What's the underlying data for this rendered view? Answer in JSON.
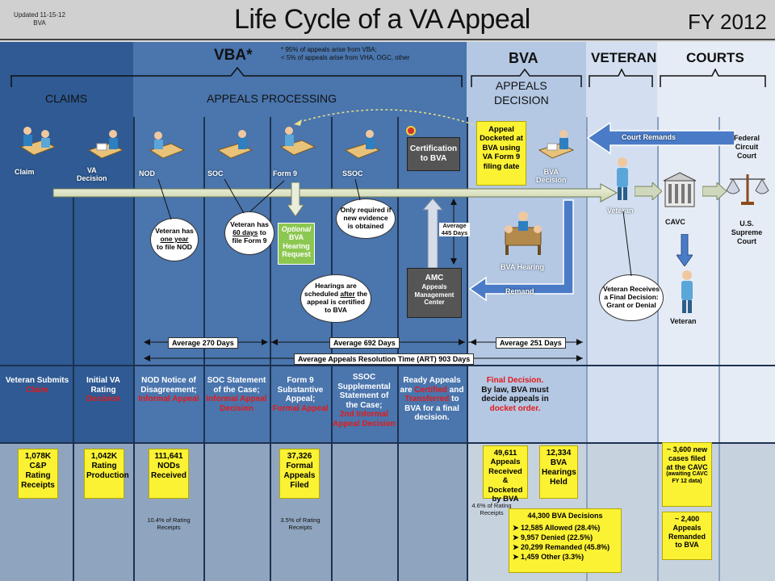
{
  "header": {
    "updated_line1": "Updated 11-15-12",
    "updated_line2": "BVA",
    "title": "Life Cycle of a VA Appeal",
    "fy": "FY 2012"
  },
  "sections": {
    "vba": "VBA*",
    "vba_note1": "* 95% of appeals arise from VBA;",
    "vba_note2": "< 5% of appeals arise from VHA, OGC, other",
    "bva": "BVA",
    "veteran": "VETERAN",
    "courts": "COURTS",
    "claims": "CLAIMS",
    "appeals_processing": "APPEALS PROCESSING",
    "appeals_decision_1": "APPEALS",
    "appeals_decision_2": "DECISION"
  },
  "icons": {
    "claim": "Claim",
    "va_decision_1": "VA",
    "va_decision_2": "Decision",
    "nod": "NOD",
    "soc": "SOC",
    "form9": "Form 9",
    "ssoc": "SSOC",
    "bva_decision_1": "BVA",
    "bva_decision_2": "Decision",
    "bva_hearing": "BVA Hearing",
    "veteran_1": "Veteran",
    "cavc": "CAVC",
    "veteran_2": "Veteran",
    "federal_circuit": "Federal Circuit Court",
    "supreme_court": "U.S. Supreme Court"
  },
  "boxes": {
    "certification": "Certification to BVA",
    "amc_1": "AMC",
    "amc_2": "Appeals Management Center",
    "appeal_docketed": "Appeal Docketed at BVA using VA Form 9 filing date",
    "optional_hearing_1": "Optional",
    "optional_hearing_2": "BVA Hearing Request",
    "court_remands": "Court Remands",
    "remand": "Remand",
    "average_445": "Average 445 Days"
  },
  "bubbles": {
    "nod_year_1": "Veteran has",
    "nod_year_2": "one year",
    "nod_year_3": "to file NOD",
    "soc_60_1": "Veteran has",
    "soc_60_2": "60 days",
    "soc_60_3": "to file Form 9",
    "ssoc_only": "Only required if new evidence is obtained",
    "hearings_1": "Hearings are scheduled",
    "hearings_2": "after",
    "hearings_3": "the appeal is certified to BVA",
    "final_decision": "Veteran Receives a Final Decision: Grant or Denial"
  },
  "averages": {
    "avg270": "Average 270 Days",
    "avg692": "Average 692 Days",
    "avg251": "Average 251 Days",
    "art": "Average Appeals Resolution Time (ART) 903 Days"
  },
  "descriptions": {
    "d1_a": "Veteran Submits",
    "d1_b": "Claim",
    "d2_a": "Initial VA Rating",
    "d2_b": "Decision",
    "d3_a": "NOD Notice of Disagreement;",
    "d3_b": "Informal Appeal",
    "d4_a": "SOC Statement of the Case;",
    "d4_b": "Informal Appeal Decision",
    "d5_a": "Form 9 Substantive Appeal;",
    "d5_b": "Formal Appeal",
    "d6_a": "SSOC Supplemental Statement of the Case;",
    "d6_b": "2nd Informal Appeal Decision",
    "d7_a": "Ready Appeals are",
    "d7_b": "Certified",
    "d7_c": "and",
    "d7_d": "Transferred",
    "d7_e": "to BVA for a final decision.",
    "d8_a": "Final Decision.",
    "d8_b": "By law, BVA must decide appeals in",
    "d8_c": "docket order."
  },
  "stats": {
    "s1": "1,078K C&P Rating Receipts",
    "s2": "1,042K Rating Production",
    "s3": "111,641 NODs Received",
    "s3_note": "10.4% of Rating Receipts",
    "s4": "37,326 Formal Appeals Filed",
    "s4_note": "3.5% of Rating Receipts",
    "s5": "49,611 Appeals Received & Docketed by BVA",
    "s5_note": "4.6% of Rating Receipts",
    "s6": "12,334 BVA Hearings Held",
    "s7_title": "44,300 BVA Decisions",
    "s7_items": [
      "12,585 Allowed (28.4%)",
      "9,957 Denied (22.5%)",
      "20,299 Remanded (45.8%)",
      "1,459 Other (3.3%)"
    ],
    "s8": "~ 3,600 new cases filed at the CAVC",
    "s8_note": "(awaiting CAVC FY 12 data)",
    "s9": "~ 2,400 Appeals Remanded to BVA"
  },
  "colors": {
    "vba_dark": "#2f5a93",
    "vba_mid": "#4a75ad",
    "bva_light": "#b4c8e4",
    "veteran_light": "#d3dff0",
    "courts_light": "#e6ecf5",
    "yellow": "#fbf234",
    "red_text": "#e31a1a"
  }
}
